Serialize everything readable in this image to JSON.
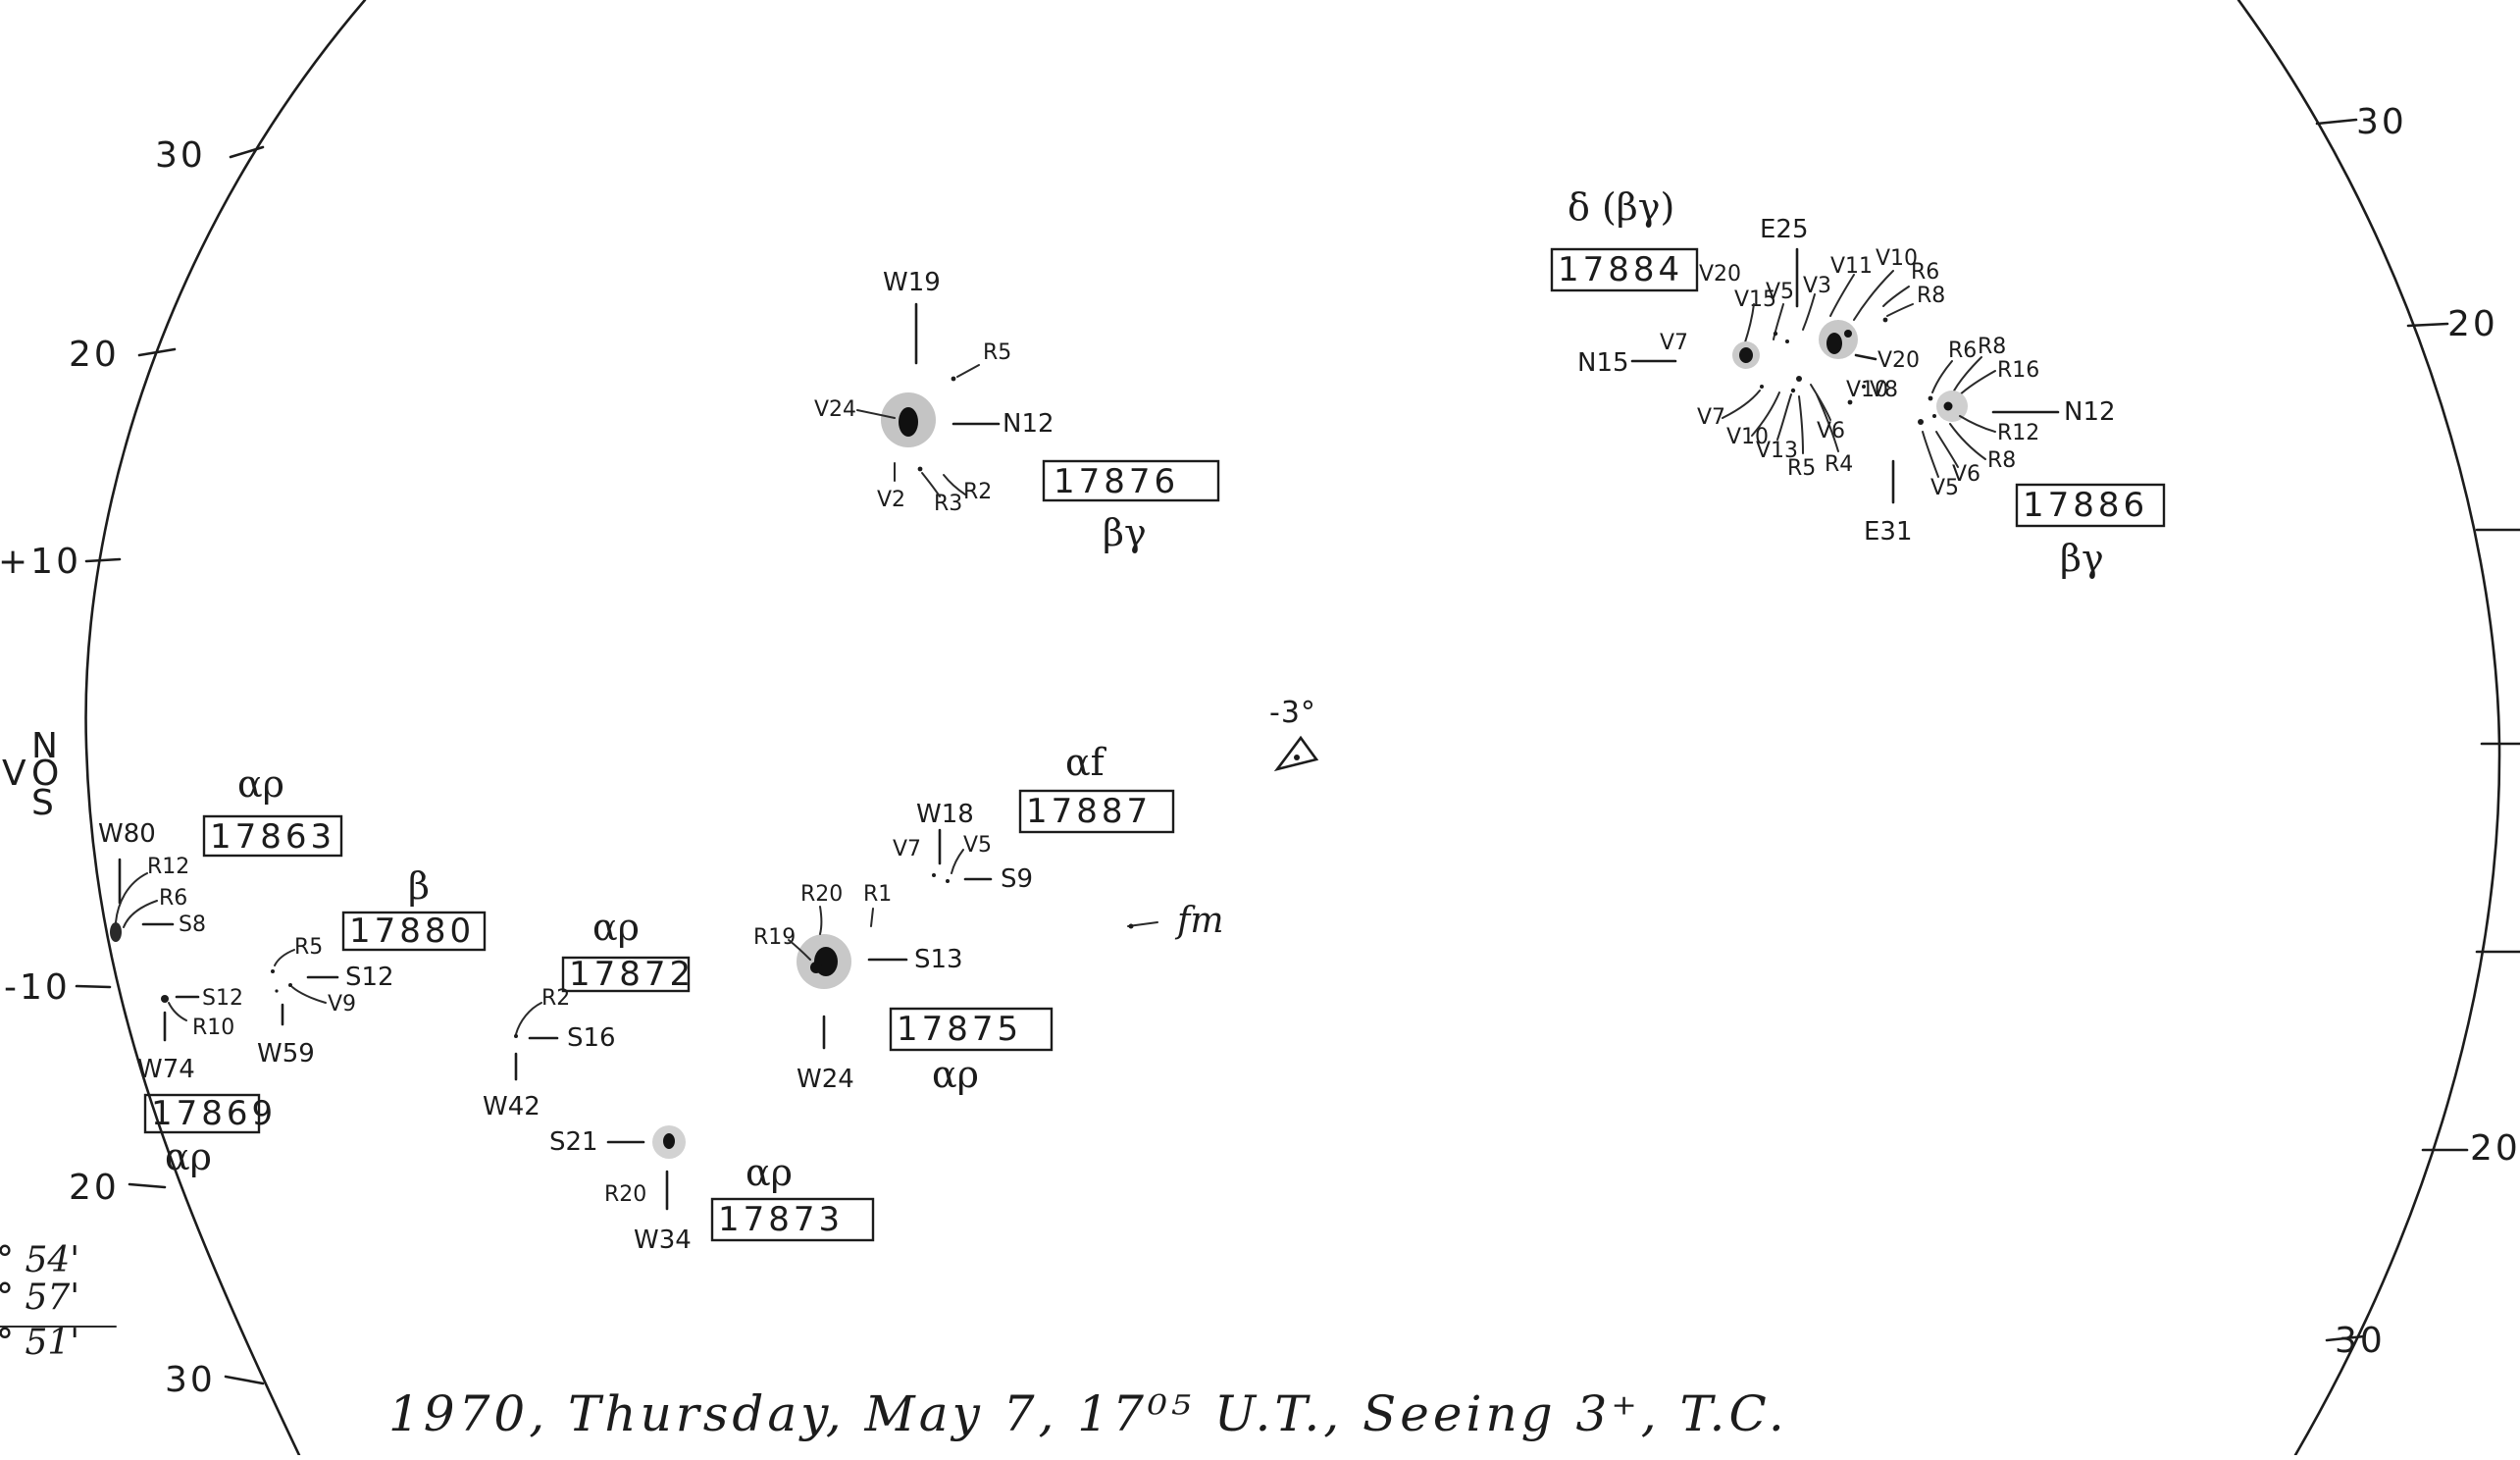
{
  "axis_left": [
    "30",
    "20",
    "+10",
    "-10",
    "20",
    "30"
  ],
  "axis_right": [
    "30",
    "20",
    "20",
    "30"
  ],
  "equator": {
    "n": "N",
    "o": "O",
    "s": "S",
    "w": "V"
  },
  "orientation": "-3°",
  "faculae_mark": "fm",
  "left_margin": {
    "line1": "° 54'",
    "line2": "° 57'",
    "line3": "° 51'"
  },
  "footer": "1970, Thursday, May 7, 17⁰⁵ U.T., Seeing 3⁺, T.C.",
  "regions": [
    {
      "number": "17863",
      "class": "αρ",
      "labels": [
        "W80",
        "R12",
        "R6",
        "S8"
      ]
    },
    {
      "number": "17869",
      "class": "αρ",
      "labels": [
        "S12",
        "R10",
        "W74"
      ]
    },
    {
      "number": "17880",
      "class": "β",
      "labels": [
        "R5",
        "S12",
        "V9",
        "W59"
      ]
    },
    {
      "number": "17872",
      "class": "αρ",
      "labels": [
        "R2",
        "S16",
        "W42"
      ]
    },
    {
      "number": "17873",
      "class": "αρ",
      "labels": [
        "S21",
        "R20",
        "W34"
      ]
    },
    {
      "number": "17875",
      "class": "αρ",
      "labels": [
        "R20",
        "R1",
        "R19",
        "S13",
        "W24"
      ]
    },
    {
      "number": "17887",
      "class": "αf",
      "labels": [
        "W18",
        "V7",
        "V5",
        "S9"
      ]
    },
    {
      "number": "17876",
      "class": "βγ",
      "labels": [
        "W19",
        "R5",
        "V24",
        "N12",
        "V2",
        "R3",
        "R2"
      ]
    },
    {
      "number": "17884",
      "class": "δ (βγ)",
      "labels": [
        "E25",
        "N15",
        "V7",
        "V20",
        "V15",
        "V5",
        "V3",
        "V11",
        "V10",
        "R6",
        "R8",
        "V20",
        "V10",
        "V8",
        "V7",
        "V10",
        "V13",
        "R5",
        "R4",
        "V6"
      ]
    },
    {
      "number": "17886",
      "class": "βγ",
      "labels": [
        "R6",
        "R8",
        "R16",
        "N12",
        "R12",
        "R8",
        "V6",
        "V5",
        "E31"
      ]
    }
  ]
}
